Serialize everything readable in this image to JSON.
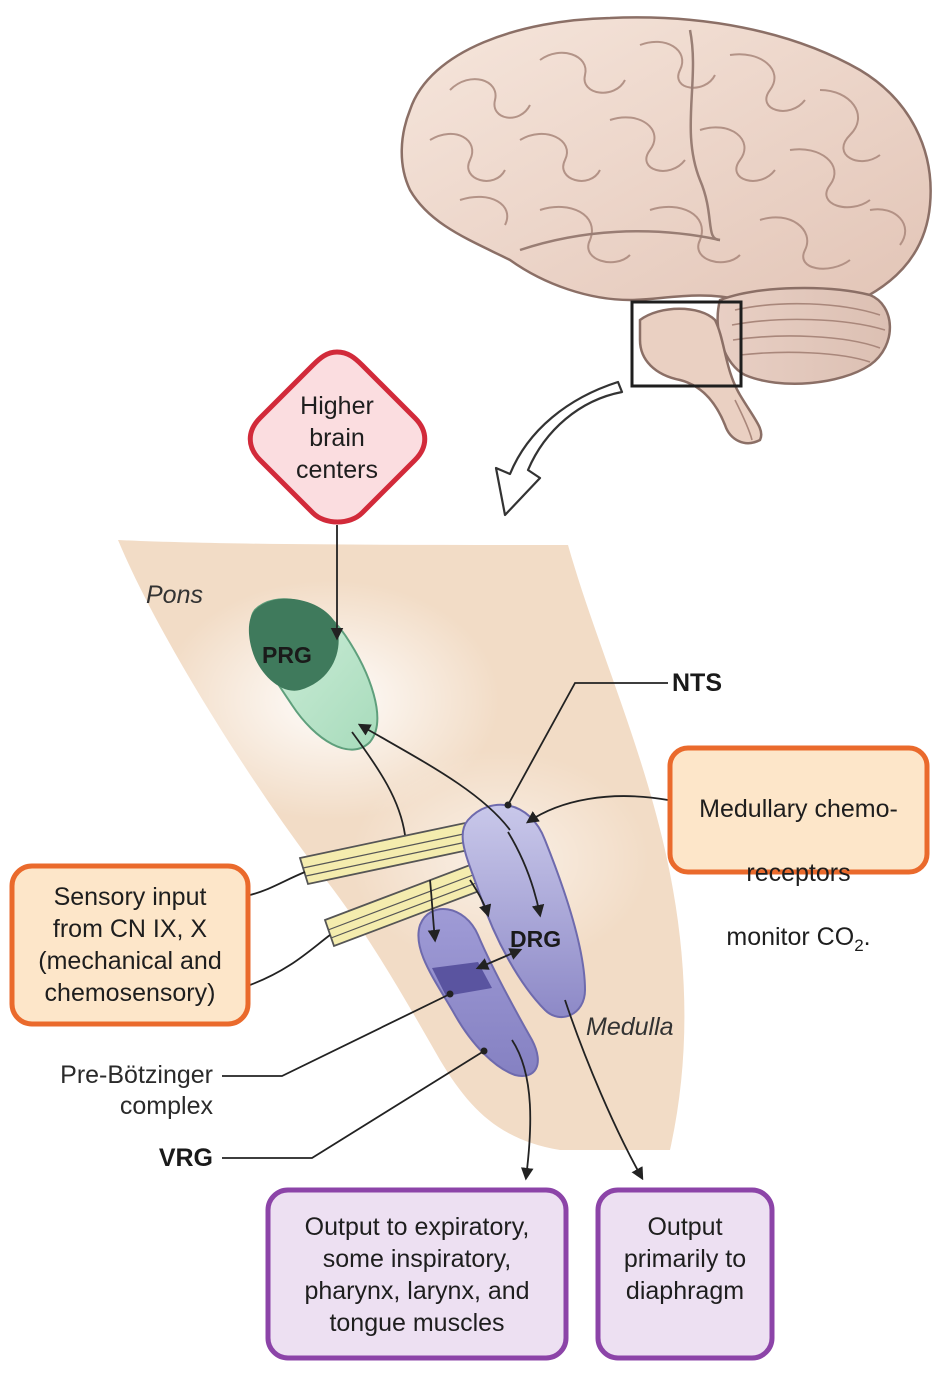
{
  "boxes": {
    "higher_brain": "Higher\nbrain\ncenters",
    "medullary_line1": "Medullary chemo-",
    "medullary_line2": "receptors",
    "medullary_line3_prefix": "monitor CO",
    "medullary_line3_sub": "2",
    "medullary_line3_suffix": ".",
    "sensory_input": "Sensory input\nfrom CN IX, X\n(mechanical and\nchemosensory)",
    "output_expiratory": "Output to expiratory,\nsome inspiratory,\npharynx, larynx, and\ntongue muscles",
    "output_diaphragm": "Output\nprimarily to\ndiaphragm"
  },
  "labels": {
    "pons": "Pons",
    "medulla": "Medulla",
    "prg": "PRG",
    "drg": "DRG",
    "nts": "NTS",
    "pre_botzinger": "Pre-Bötzinger\ncomplex",
    "vrg": "VRG"
  },
  "colors": {
    "red_border": "#d22a3a",
    "red_fill": "#fbdde0",
    "orange_border": "#ea6a2c",
    "orange_fill": "#fde6c9",
    "purple_border": "#8c44a8",
    "purple_fill": "#ede0f2",
    "brainstem_fill": "#f2dcc6",
    "prg_dark": "#3f7a5c",
    "prg_light": "#bfe6cd",
    "drg_fill": "#9c9ad2",
    "vrg_fill": "#8f8cc8",
    "nerve_fill": "#f4ecae"
  }
}
